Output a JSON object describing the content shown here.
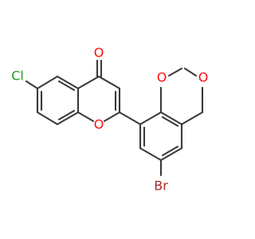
{
  "molecule": {
    "atoms": {
      "carbonyl_oxygen": "O",
      "chlorine": "Cl",
      "ring_oxygen_chromone": "O",
      "dioxane_oxygen_1": "O",
      "dioxane_oxygen_2": "O",
      "bromine": "Br"
    }
  },
  "colors": {
    "bond": "#3a3a3a",
    "oxygen": "#ff0d0d",
    "chlorine": "#1fa01f",
    "bromine": "#a52a2a",
    "background": "#ffffff"
  }
}
